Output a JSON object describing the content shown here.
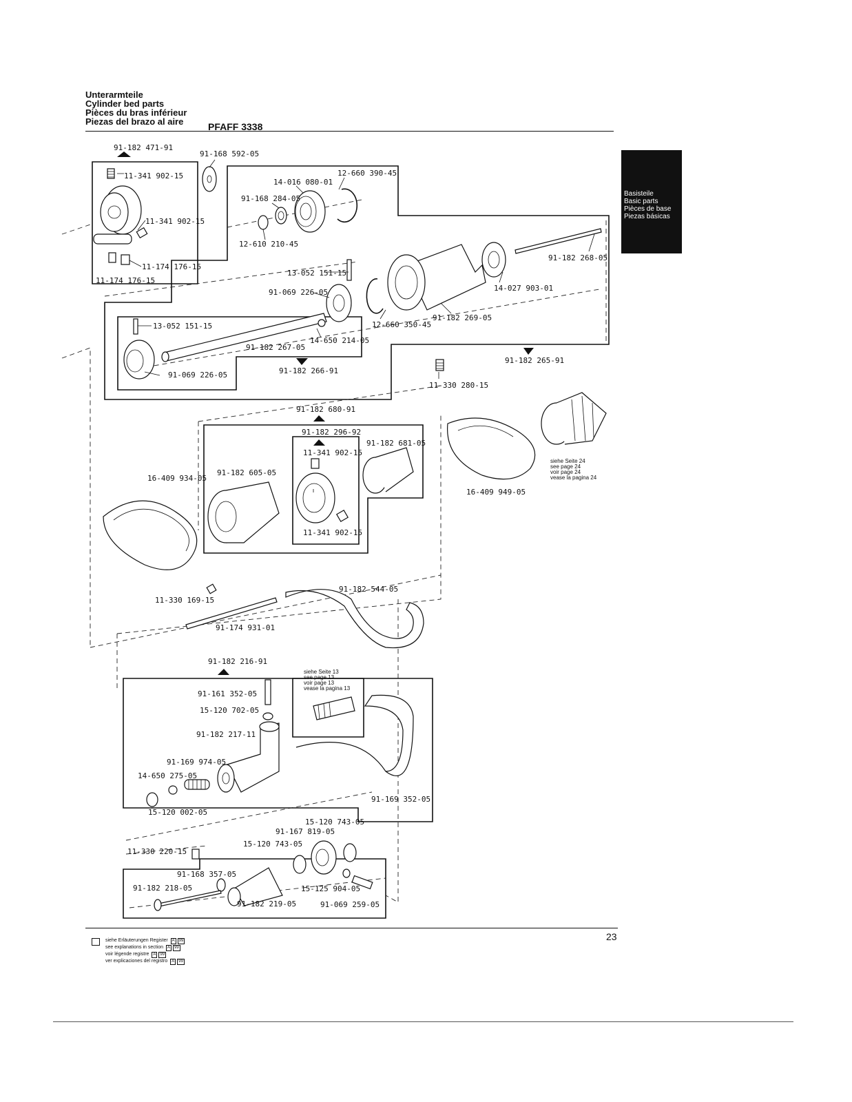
{
  "header": {
    "title_de": "Unterarmteile",
    "title_en": "Cylinder bed parts",
    "title_fr": "Pièces du bras inférieur",
    "title_es": "Piezas del brazo al aire",
    "model": "PFAFF 3338"
  },
  "section_tab": {
    "line1": "Basisteile",
    "line2": "Basic parts",
    "line3": "Pièces de base",
    "line4": "Piezas básicas"
  },
  "assemblies": {
    "a1": "91-182 471-91",
    "a2": "91-182 265-91",
    "a3": "91-182 266-91",
    "a4": "91-182 680-91",
    "a5": "91-182 296-92",
    "a6": "91-182 216-91"
  },
  "parts": {
    "p01": "11-341 902-15",
    "p02": "11-341 902-15",
    "p03": "11-174 176-15",
    "p04": "11-174 176-15",
    "p05": "91-168 592-05",
    "p06": "14-016 080-01",
    "p07": "12-660 390-45",
    "p08": "91-168 284-05",
    "p09": "12-610 210-45",
    "p10": "13-052 151-15",
    "p11": "91-069 226-05",
    "p12": "13-052 151-15",
    "p13": "14-650 214-05",
    "p14": "91-182 267-05",
    "p15": "91-069 226-05",
    "p16": "12-660 350-45",
    "p17": "91-182 269-05",
    "p18": "14-027 903-01",
    "p19": "91-182 268-05",
    "p20": "11-330 280-15",
    "p21": "11-341 902-15",
    "p22": "91-182 681-05",
    "p23": "91-182 605-05",
    "p24": "16-409 934-05",
    "p25": "11-341 902-15",
    "p26": "16-409 949-05",
    "p27": "11-330 169-15",
    "p28": "91-182 544-05",
    "p29": "91-174 931-01",
    "p30": "91-161 352-05",
    "p31": "15-120 702-05",
    "p32": "91-182 217-11",
    "p33": "91-169 974-05",
    "p34": "14-650 275-05",
    "p35": "15-120 002-05",
    "p36": "91-169 352-05",
    "p37": "15-120 743-05",
    "p38": "91-167 819-05",
    "p39": "15-120 743-05",
    "p40": "11-330 220-15",
    "p41": "91-168 357-05",
    "p42": "91-182 218-05",
    "p43": "91-182 219-05",
    "p44": "15-125 904-05",
    "p45": "91-069 259-05"
  },
  "notes": {
    "seite24_de": "siehe Seite 24",
    "seite24_en": "see page 24",
    "seite24_fr": "voir page 24",
    "seite24_es": "vease la pagina 24",
    "seite13_de": "siehe Seite 13",
    "seite13_en": "see page 13",
    "seite13_fr": "voir page 13",
    "seite13_es": "vease la pagina 13"
  },
  "legend": {
    "de": "siehe Erläuterungen Register",
    "en": "see explanations in section",
    "fr": "voir légende registre",
    "es": "ver explicaciones del registro",
    "tag_a": "A",
    "tag_b": "99"
  },
  "page_number": "23"
}
